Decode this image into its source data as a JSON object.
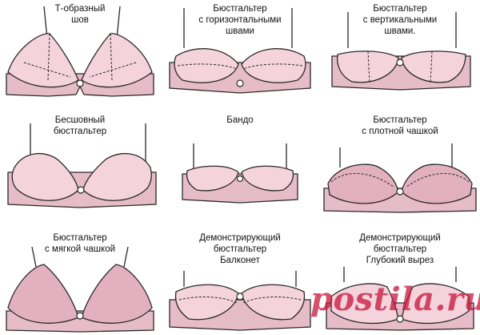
{
  "colors": {
    "fill": "#f4d3dc",
    "fill_dark": "#e3b0bf",
    "band": "#e7bcc9",
    "stroke": "#2a2a2a",
    "watermark": "#c7163a"
  },
  "items": [
    {
      "label": "Т-образный\nшов",
      "icon": "t-seam-bra-icon"
    },
    {
      "label": "Бюстгальтер\nс горизонтальными\nшвами",
      "icon": "horizontal-seam-bra-icon"
    },
    {
      "label": "Бюстгальтер\nс вертикальными\nшвами.",
      "icon": "vertical-seam-bra-icon"
    },
    {
      "label": "Бесшовный\nбюстгальтер",
      "icon": "seamless-bra-icon"
    },
    {
      "label": "Бандо",
      "icon": "bandeau-bra-icon"
    },
    {
      "label": "Бюстгальтер\nс плотной чашкой",
      "icon": "molded-cup-bra-icon"
    },
    {
      "label": "Бюстгальтер\nс мягкой чашкой",
      "icon": "soft-cup-bra-icon"
    },
    {
      "label": "Демонстрирующий\nбюстгальтер\nБалконет",
      "icon": "balconette-bra-icon"
    },
    {
      "label": "Демонстрирующий\nбюстгальтер\nГлубокий вырез",
      "icon": "plunge-bra-icon"
    }
  ],
  "watermark": {
    "text": "postila.ru"
  }
}
